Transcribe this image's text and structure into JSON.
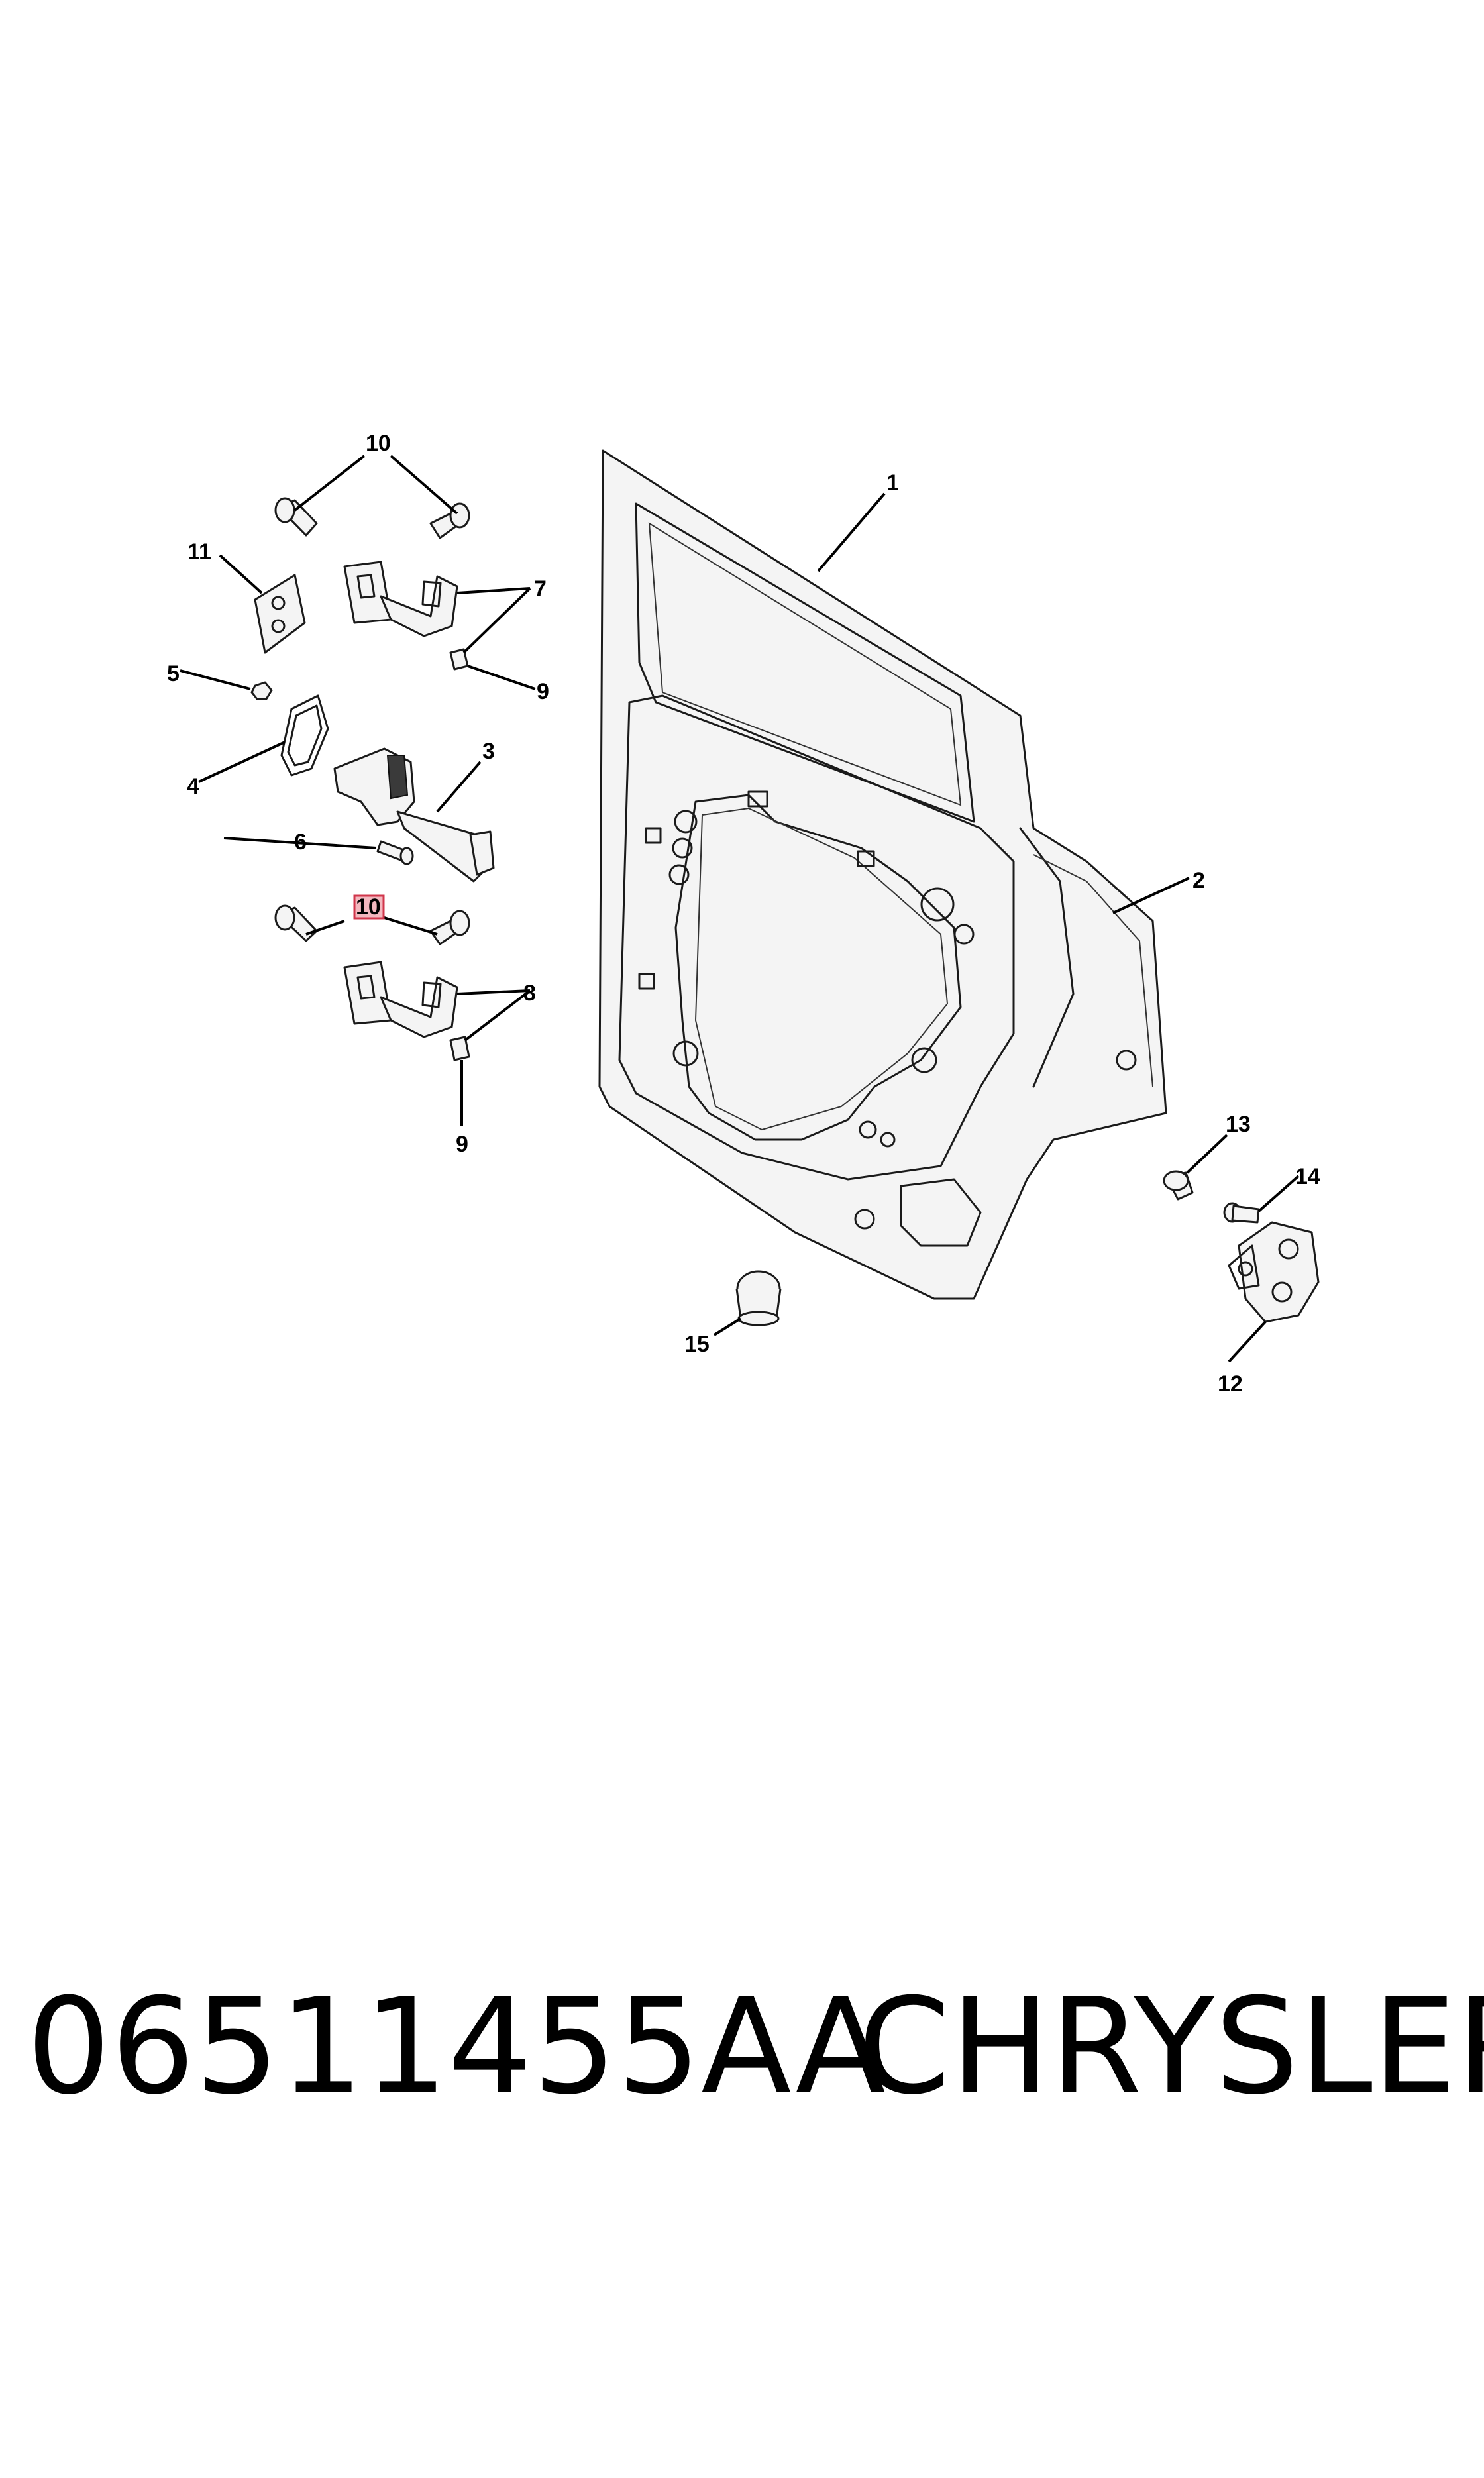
{
  "callouts": {
    "c1": "1",
    "c2": "2",
    "c3": "3",
    "c4": "4",
    "c5": "5",
    "c6": "6",
    "c7": "7",
    "c8": "8",
    "c9a": "9",
    "c9b": "9",
    "c10a": "10",
    "c10b": "10",
    "c11": "11",
    "c12": "12",
    "c13": "13",
    "c14": "14",
    "c15": "15"
  },
  "highlight": {
    "color": "#f3b8bf",
    "border": "#d0364b"
  },
  "footer": {
    "part_number": "06511455AA",
    "brand": "CHRYSLER"
  }
}
